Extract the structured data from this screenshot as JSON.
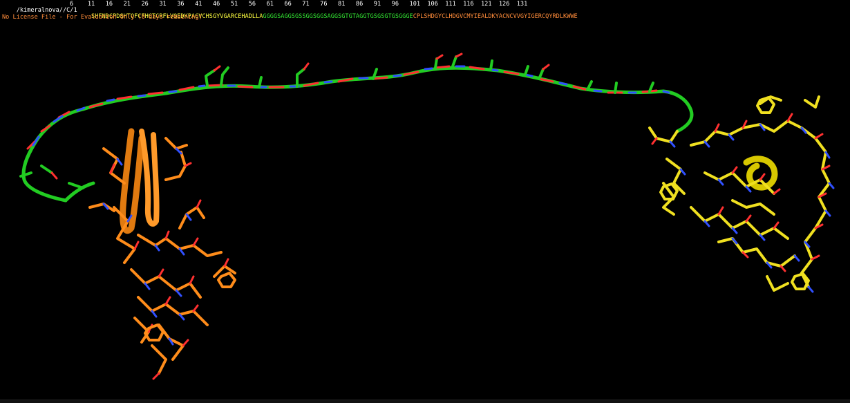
{
  "viewer": {
    "object_path": "/kimeralnova//C/1",
    "residue_numbers": "6    11   16   21   26   31   36   41   46   51   56   61   66   71   76   81   86   91   96   101  106  111  116  121  126  131",
    "sequence_segments": [
      {
        "text": "SHFNDCPDSHTQFCFHGTCRFLVQEDKPACVCHSGYVGARCEHADLLA",
        "color": "#ffff40"
      },
      {
        "text": "GGGGSAGGSGSSGGSGGSAGGSGTGTAGGTGSGSGTGSGGGE",
        "color": "#33e633"
      },
      {
        "text": "CPLSHDGYCLHDGVCMYIEALDKYACNCVVGYIGERCQYRDLKWWE",
        "color": "#ff8c3a"
      }
    ],
    "license_notice": "No License File - For Evaluation Only (0 days remaining)",
    "colors": {
      "background": "#000000",
      "chain_a": "#ff8c1a",
      "linker": "#22cc22",
      "chain_b": "#f0e020",
      "oxygen": "#ff2020",
      "nitrogen": "#2040ff"
    }
  }
}
